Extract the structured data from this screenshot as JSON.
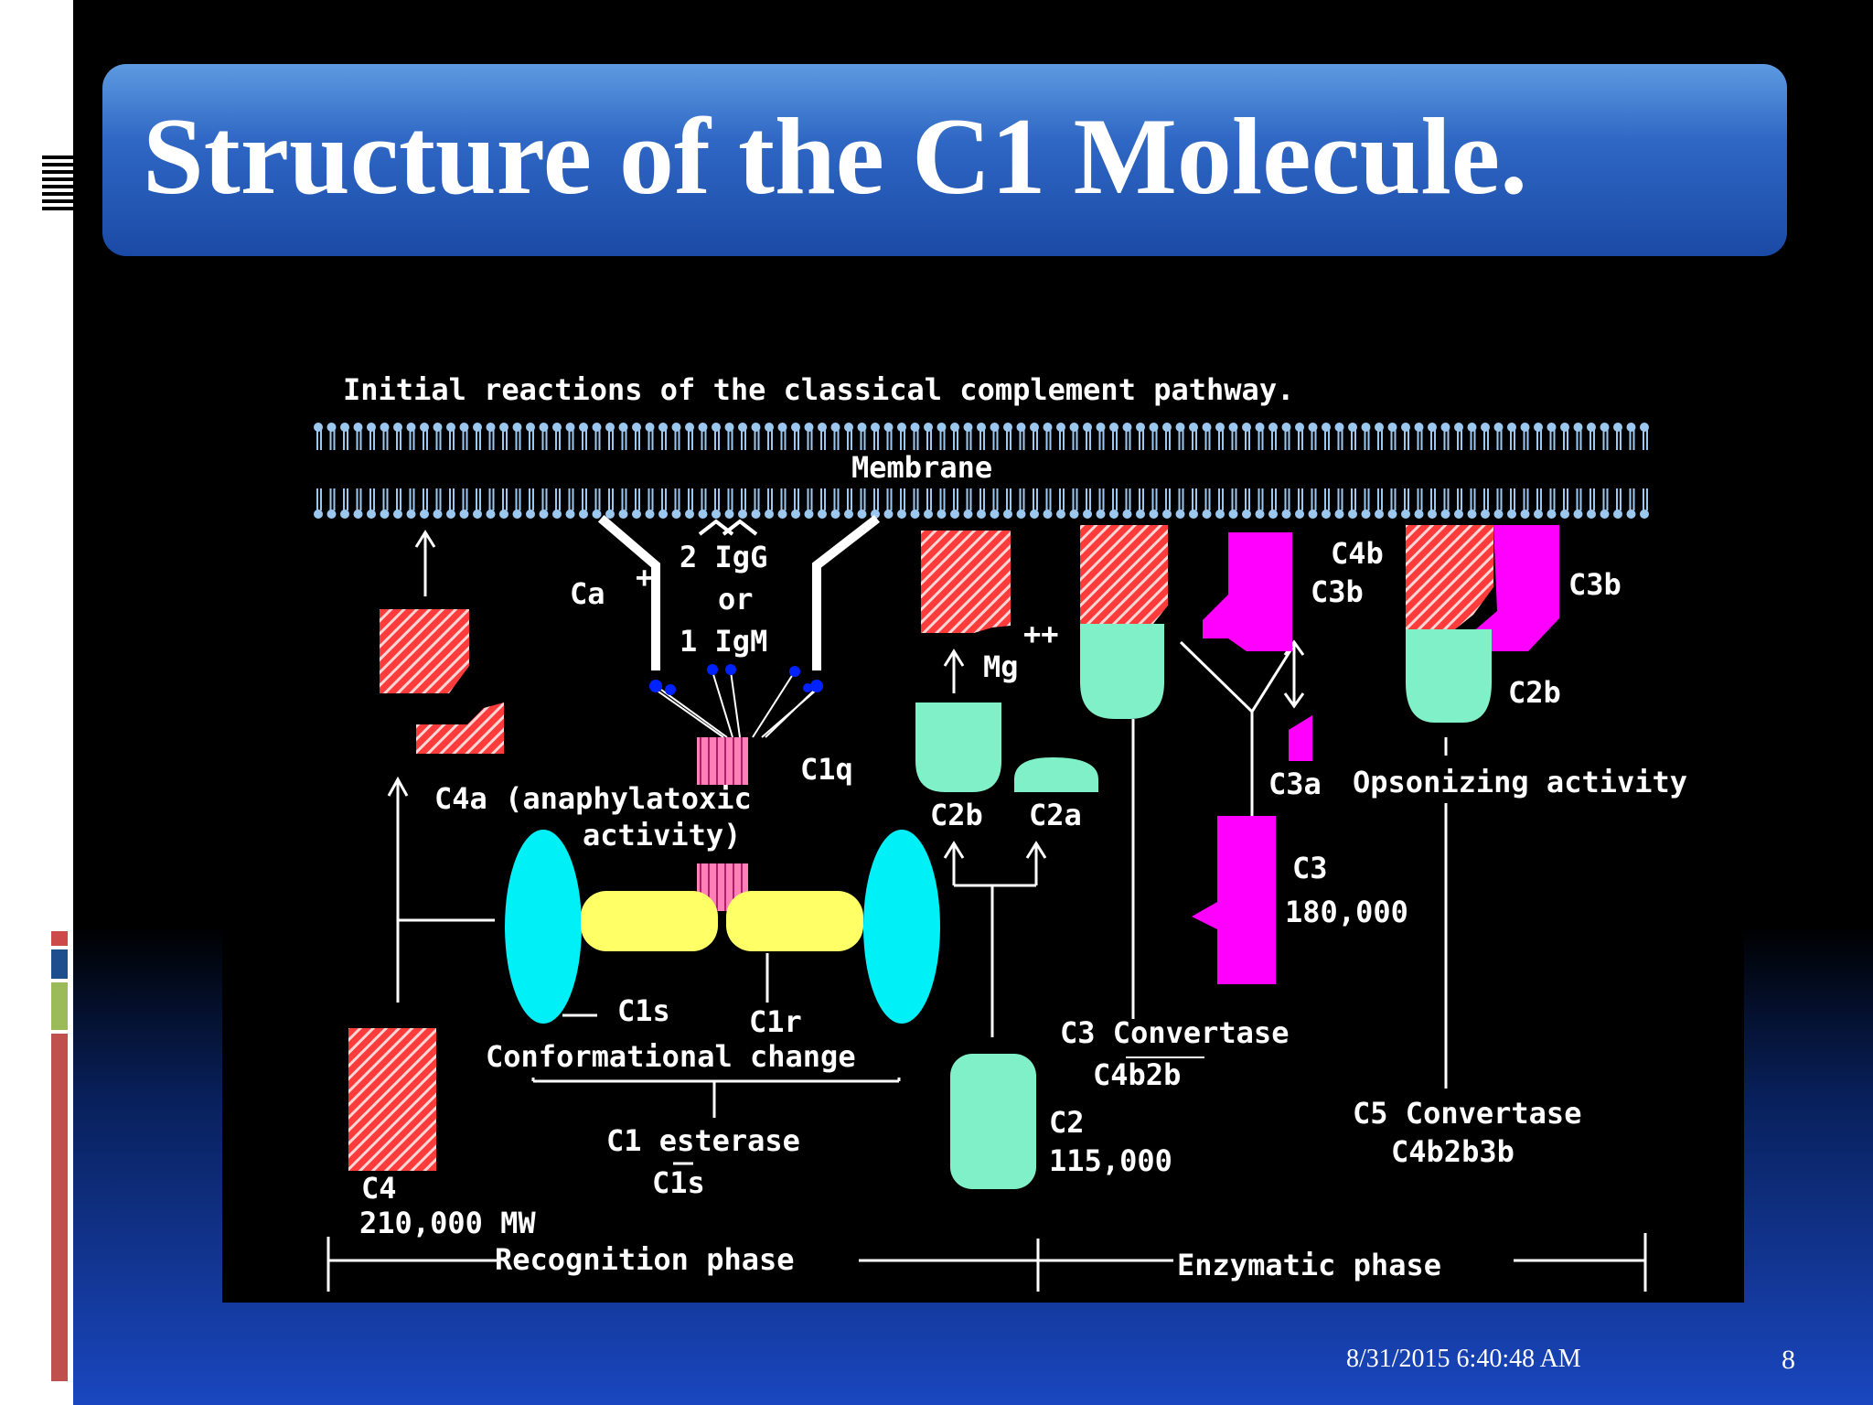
{
  "slide": {
    "title": "Structure of the C1 Molecule.",
    "date": "8/31/2015 6:40:48 AM",
    "page_number": "8"
  },
  "diagram": {
    "heading": "Initial reactions of the classical complement pathway.",
    "labels": {
      "membrane": "Membrane",
      "igg": "2 IgG",
      "or": "or",
      "igm": "1 IgM",
      "ca": "Ca",
      "ca_sup": "+",
      "c1q": "C1q",
      "c4a1": "C4a (anaphylatoxic",
      "c4a2": "activity)",
      "c1s": "C1s",
      "c1r": "C1r",
      "conformational": "Conformational change",
      "c1esterase": "C1 esterase",
      "c1s_bar": "C1s",
      "c4": "C4",
      "c4mw": "210,000 MW",
      "recognition": "Recognition phase",
      "mg": "Mg",
      "mg_sup": "++",
      "c2b": "C2b",
      "c2a": "C2a",
      "c2": "C2",
      "c2mw": "115,000",
      "c3conv1": "C3 Convertase",
      "c3conv2": "C4b2b",
      "c4b": "C4b",
      "c3b_mid": "C3b",
      "c3a": "C3a",
      "c3": "C3",
      "c3mw": "180,000",
      "c3b_right": "C3b",
      "c2b_right": "C2b",
      "opsonizing": "Opsonizing activity",
      "c5conv1": "C5 Convertase",
      "c5conv2": "C4b2b3b",
      "enzymatic": "Enzymatic phase"
    },
    "colors": {
      "membrane": "#9cc8f0",
      "c4_red": "#ff3b3b",
      "hatch_white": "#ffd6d6",
      "c2_green": "#80f0c8",
      "c3_magenta": "#ff00ff",
      "c1_cyan": "#00f0f8",
      "c1_yellow": "#ffff66",
      "c1q_pink": "#ff80b8",
      "ig_blue": "#0022ff"
    }
  }
}
